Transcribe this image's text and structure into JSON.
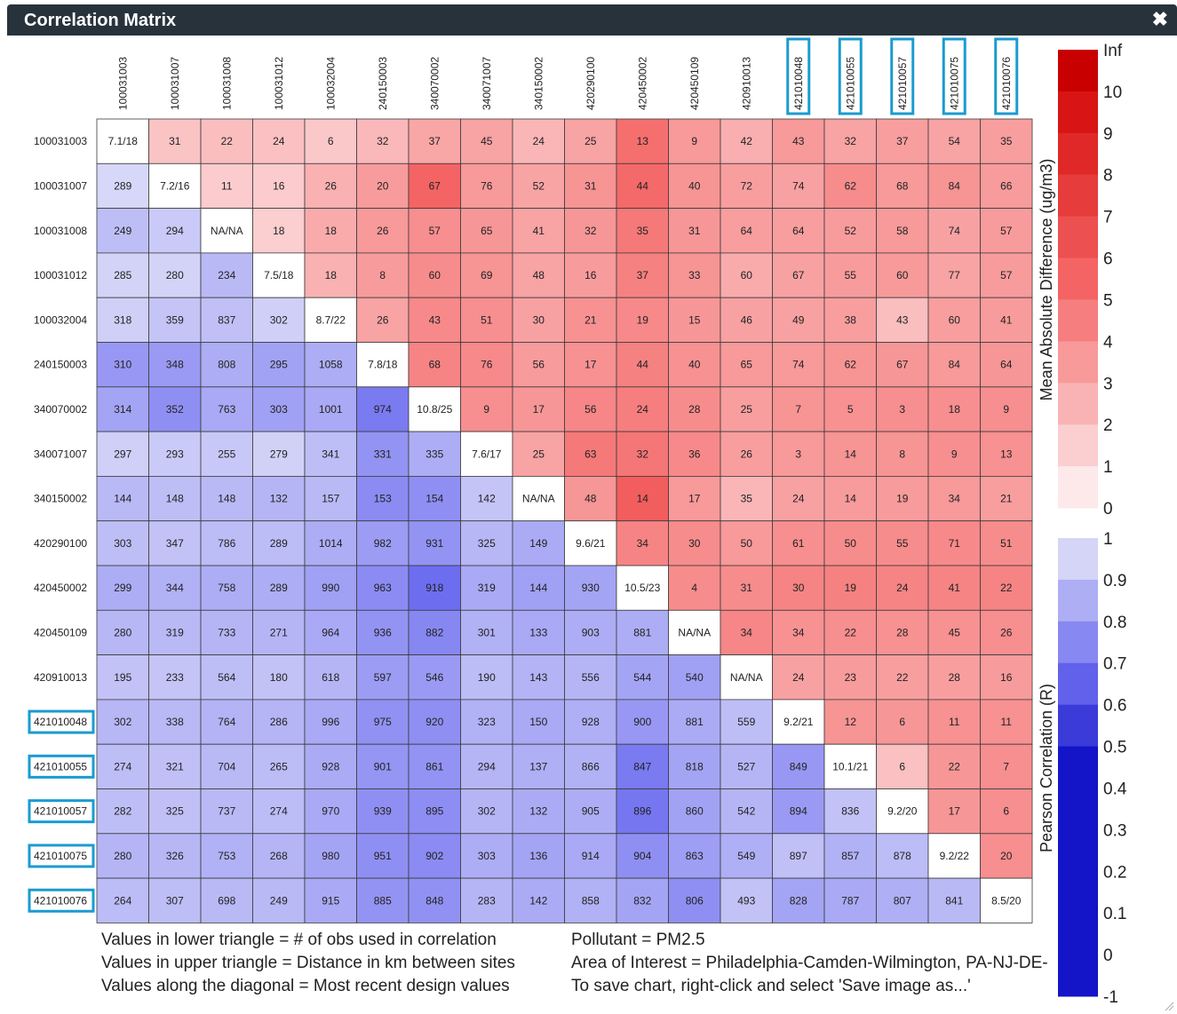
{
  "window": {
    "title": "Correlation Matrix",
    "close_icon": "close-icon"
  },
  "chart_data": {
    "type": "heatmap",
    "sites": [
      "100031003",
      "100031007",
      "100031008",
      "100031012",
      "100032004",
      "240150003",
      "340070002",
      "340071007",
      "340150002",
      "420290100",
      "420450002",
      "420450109",
      "420910013",
      "421010048",
      "421010055",
      "421010057",
      "421010075",
      "421010076"
    ],
    "highlighted_sites": [
      "421010048",
      "421010055",
      "421010057",
      "421010075",
      "421010076"
    ],
    "cells": [
      [
        "7.1/18",
        "31",
        "22",
        "24",
        "6",
        "32",
        "37",
        "45",
        "24",
        "25",
        "13",
        "9",
        "42",
        "43",
        "32",
        "37",
        "54",
        "35"
      ],
      [
        "289",
        "7.2/16",
        "11",
        "16",
        "26",
        "20",
        "67",
        "76",
        "52",
        "31",
        "44",
        "40",
        "72",
        "74",
        "62",
        "68",
        "84",
        "66"
      ],
      [
        "249",
        "294",
        "NA/NA",
        "18",
        "18",
        "26",
        "57",
        "65",
        "41",
        "32",
        "35",
        "31",
        "64",
        "64",
        "52",
        "58",
        "74",
        "57"
      ],
      [
        "285",
        "280",
        "234",
        "7.5/18",
        "18",
        "8",
        "60",
        "69",
        "48",
        "16",
        "37",
        "33",
        "60",
        "67",
        "55",
        "60",
        "77",
        "57"
      ],
      [
        "318",
        "359",
        "837",
        "302",
        "8.7/22",
        "26",
        "43",
        "51",
        "30",
        "21",
        "19",
        "15",
        "46",
        "49",
        "38",
        "43",
        "60",
        "41"
      ],
      [
        "310",
        "348",
        "808",
        "295",
        "1058",
        "7.8/18",
        "68",
        "76",
        "56",
        "17",
        "44",
        "40",
        "65",
        "74",
        "62",
        "67",
        "84",
        "64"
      ],
      [
        "314",
        "352",
        "763",
        "303",
        "1001",
        "974",
        "10.8/25",
        "9",
        "17",
        "56",
        "24",
        "28",
        "25",
        "7",
        "5",
        "3",
        "18",
        "9"
      ],
      [
        "297",
        "293",
        "255",
        "279",
        "341",
        "331",
        "335",
        "7.6/17",
        "25",
        "63",
        "32",
        "36",
        "26",
        "3",
        "14",
        "8",
        "9",
        "13"
      ],
      [
        "144",
        "148",
        "148",
        "132",
        "157",
        "153",
        "154",
        "142",
        "NA/NA",
        "48",
        "14",
        "17",
        "35",
        "24",
        "14",
        "19",
        "34",
        "21"
      ],
      [
        "303",
        "347",
        "786",
        "289",
        "1014",
        "982",
        "931",
        "325",
        "149",
        "9.6/21",
        "34",
        "30",
        "50",
        "61",
        "50",
        "55",
        "71",
        "51"
      ],
      [
        "299",
        "344",
        "758",
        "289",
        "990",
        "963",
        "918",
        "319",
        "144",
        "930",
        "10.5/23",
        "4",
        "31",
        "30",
        "19",
        "24",
        "41",
        "22"
      ],
      [
        "280",
        "319",
        "733",
        "271",
        "964",
        "936",
        "882",
        "301",
        "133",
        "903",
        "881",
        "NA/NA",
        "34",
        "34",
        "22",
        "28",
        "45",
        "26"
      ],
      [
        "195",
        "233",
        "564",
        "180",
        "618",
        "597",
        "546",
        "190",
        "143",
        "556",
        "544",
        "540",
        "NA/NA",
        "24",
        "23",
        "22",
        "28",
        "16"
      ],
      [
        "302",
        "338",
        "764",
        "286",
        "996",
        "975",
        "920",
        "323",
        "150",
        "928",
        "900",
        "881",
        "559",
        "9.2/21",
        "12",
        "6",
        "11",
        "11"
      ],
      [
        "274",
        "321",
        "704",
        "265",
        "928",
        "901",
        "861",
        "294",
        "137",
        "866",
        "847",
        "818",
        "527",
        "849",
        "10.1/21",
        "6",
        "22",
        "7"
      ],
      [
        "282",
        "325",
        "737",
        "274",
        "970",
        "939",
        "895",
        "302",
        "132",
        "905",
        "896",
        "860",
        "542",
        "894",
        "836",
        "9.2/20",
        "17",
        "6"
      ],
      [
        "280",
        "326",
        "753",
        "268",
        "980",
        "951",
        "902",
        "303",
        "136",
        "914",
        "904",
        "863",
        "549",
        "897",
        "857",
        "878",
        "9.2/22",
        "20"
      ],
      [
        "264",
        "307",
        "698",
        "249",
        "915",
        "885",
        "848",
        "283",
        "142",
        "858",
        "832",
        "806",
        "493",
        "828",
        "787",
        "807",
        "841",
        "8.5/20"
      ]
    ],
    "mad_values": [
      [
        null,
        1.4,
        1.6,
        1.5,
        1.2,
        1.8,
        2.5,
        2.6,
        1.9,
        2.6,
        4.6,
        3.0,
        2.2,
        3.0,
        2.6,
        2.8,
        2.6,
        2.8
      ],
      [
        null,
        null,
        1.1,
        1.1,
        2.1,
        2.9,
        5.0,
        3.0,
        2.6,
        3.2,
        4.8,
        3.2,
        2.8,
        2.7,
        3.5,
        3.0,
        3.2,
        2.9
      ],
      [
        null,
        null,
        null,
        1.0,
        2.3,
        3.0,
        3.4,
        3.1,
        2.6,
        3.1,
        4.2,
        3.1,
        2.8,
        2.8,
        2.9,
        3.0,
        2.7,
        2.9
      ],
      [
        null,
        null,
        null,
        null,
        2.1,
        2.9,
        3.5,
        3.2,
        2.6,
        2.9,
        3.9,
        3.2,
        2.3,
        2.7,
        2.9,
        3.0,
        2.6,
        2.9
      ],
      [
        null,
        null,
        null,
        null,
        null,
        2.6,
        3.6,
        3.4,
        2.7,
        3.3,
        3.6,
        3.1,
        2.7,
        2.7,
        2.8,
        1.6,
        2.8,
        2.9
      ],
      [
        null,
        null,
        null,
        null,
        null,
        null,
        3.8,
        3.6,
        2.9,
        3.3,
        3.9,
        3.3,
        3.0,
        3.0,
        3.2,
        3.1,
        3.0,
        3.1
      ],
      [
        null,
        null,
        null,
        null,
        null,
        null,
        null,
        3.4,
        3.1,
        3.7,
        4.0,
        3.5,
        2.8,
        3.2,
        3.3,
        3.4,
        3.4,
        3.4
      ],
      [
        null,
        null,
        null,
        null,
        null,
        null,
        null,
        null,
        2.6,
        4.2,
        4.3,
        3.6,
        2.8,
        3.0,
        3.2,
        3.2,
        3.4,
        3.3
      ],
      [
        null,
        null,
        null,
        null,
        null,
        null,
        null,
        null,
        null,
        3.1,
        5.3,
        3.0,
        1.9,
        2.7,
        2.9,
        2.9,
        3.0,
        2.8
      ],
      [
        null,
        null,
        null,
        null,
        null,
        null,
        null,
        null,
        null,
        null,
        3.8,
        3.5,
        3.0,
        3.4,
        3.5,
        3.5,
        3.6,
        3.5
      ],
      [
        null,
        null,
        null,
        null,
        null,
        null,
        null,
        null,
        null,
        null,
        null,
        3.5,
        3.5,
        3.8,
        3.9,
        3.8,
        3.8,
        3.8
      ],
      [
        null,
        null,
        null,
        null,
        null,
        null,
        null,
        null,
        null,
        null,
        null,
        null,
        3.7,
        3.3,
        3.4,
        3.3,
        3.3,
        3.4
      ],
      [
        null,
        null,
        null,
        null,
        null,
        null,
        null,
        null,
        null,
        null,
        null,
        null,
        null,
        2.7,
        2.9,
        2.8,
        2.8,
        2.9
      ],
      [
        null,
        null,
        null,
        null,
        null,
        null,
        null,
        null,
        null,
        null,
        null,
        null,
        null,
        null,
        3.2,
        3.1,
        3.3,
        3.3
      ],
      [
        null,
        null,
        null,
        null,
        null,
        null,
        null,
        null,
        null,
        null,
        null,
        null,
        null,
        null,
        null,
        1.5,
        3.1,
        3.4
      ],
      [
        null,
        null,
        null,
        null,
        null,
        null,
        null,
        null,
        null,
        null,
        null,
        null,
        null,
        null,
        null,
        null,
        3.1,
        3.4
      ],
      [
        null,
        null,
        null,
        null,
        null,
        null,
        null,
        null,
        null,
        null,
        null,
        null,
        null,
        null,
        null,
        null,
        null,
        3.4
      ],
      [
        null,
        null,
        null,
        null,
        null,
        null,
        null,
        null,
        null,
        null,
        null,
        null,
        null,
        null,
        null,
        null,
        null,
        null
      ]
    ],
    "r_values": [
      [
        null,
        null,
        null,
        null,
        null,
        null,
        null,
        null,
        null,
        null,
        null,
        null,
        null,
        null,
        null,
        null,
        null,
        null
      ],
      [
        0.92,
        null,
        null,
        null,
        null,
        null,
        null,
        null,
        null,
        null,
        null,
        null,
        null,
        null,
        null,
        null,
        null,
        null
      ],
      [
        0.8,
        0.86,
        null,
        null,
        null,
        null,
        null,
        null,
        null,
        null,
        null,
        null,
        null,
        null,
        null,
        null,
        null,
        null
      ],
      [
        0.9,
        0.9,
        0.78,
        null,
        null,
        null,
        null,
        null,
        null,
        null,
        null,
        null,
        null,
        null,
        null,
        null,
        null,
        null
      ],
      [
        0.88,
        0.83,
        0.81,
        0.88,
        null,
        null,
        null,
        null,
        null,
        null,
        null,
        null,
        null,
        null,
        null,
        null,
        null,
        null
      ],
      [
        0.62,
        0.63,
        0.72,
        0.67,
        0.72,
        null,
        null,
        null,
        null,
        null,
        null,
        null,
        null,
        null,
        null,
        null,
        null,
        null
      ],
      [
        0.68,
        0.58,
        0.7,
        0.66,
        0.7,
        0.48,
        null,
        null,
        null,
        null,
        null,
        null,
        null,
        null,
        null,
        null,
        null,
        null
      ],
      [
        0.88,
        0.86,
        0.85,
        0.89,
        0.8,
        0.6,
        0.72,
        null,
        null,
        null,
        null,
        null,
        null,
        null,
        null,
        null,
        null,
        null
      ],
      [
        0.78,
        0.8,
        0.78,
        0.76,
        0.78,
        0.56,
        0.58,
        0.83,
        null,
        null,
        null,
        null,
        null,
        null,
        null,
        null,
        null,
        null
      ],
      [
        0.8,
        0.82,
        0.79,
        0.79,
        0.72,
        0.64,
        0.6,
        0.77,
        0.71,
        null,
        null,
        null,
        null,
        null,
        null,
        null,
        null,
        null
      ],
      [
        0.72,
        0.74,
        0.72,
        0.72,
        0.66,
        0.56,
        0.42,
        0.7,
        0.66,
        0.68,
        null,
        null,
        null,
        null,
        null,
        null,
        null,
        null
      ],
      [
        0.77,
        0.78,
        0.76,
        0.76,
        0.7,
        0.6,
        0.54,
        0.74,
        0.7,
        0.72,
        0.72,
        null,
        null,
        null,
        null,
        null,
        null,
        null
      ],
      [
        0.82,
        0.83,
        0.8,
        0.82,
        0.76,
        0.64,
        0.63,
        0.79,
        0.75,
        0.76,
        0.68,
        0.66,
        null,
        null,
        null,
        null,
        null,
        null
      ],
      [
        0.77,
        0.78,
        0.75,
        0.76,
        0.7,
        0.59,
        0.58,
        0.74,
        0.7,
        0.73,
        0.62,
        0.71,
        0.8,
        null,
        null,
        null,
        null,
        null
      ],
      [
        0.8,
        0.81,
        0.78,
        0.79,
        0.71,
        0.61,
        0.6,
        0.76,
        0.73,
        0.74,
        0.48,
        0.68,
        0.76,
        0.62,
        null,
        null,
        null,
        null
      ],
      [
        0.8,
        0.81,
        0.78,
        0.79,
        0.7,
        0.58,
        0.57,
        0.76,
        0.71,
        0.72,
        0.46,
        0.67,
        0.76,
        0.63,
        0.82,
        null,
        null,
        null
      ],
      [
        0.76,
        0.77,
        0.74,
        0.76,
        0.68,
        0.58,
        0.56,
        0.72,
        0.68,
        0.7,
        0.58,
        0.65,
        0.73,
        0.81,
        0.74,
        0.79,
        null,
        null
      ],
      [
        0.79,
        0.8,
        0.78,
        0.78,
        0.7,
        0.6,
        0.59,
        0.76,
        0.71,
        0.74,
        0.68,
        0.58,
        0.82,
        0.68,
        0.7,
        0.73,
        0.78,
        null
      ]
    ],
    "mad_colorbar": {
      "label": "Mean Absolute Difference (ug/m3)",
      "ticks": [
        "0",
        "1",
        "2",
        "3",
        "4",
        "5",
        "6",
        "7",
        "8",
        "9",
        "10",
        "Inf"
      ]
    },
    "r_colorbar": {
      "label": "Pearson Correlation (R)",
      "ticks": [
        "-1",
        "0",
        "0.1",
        "0.2",
        "0.3",
        "0.4",
        "0.5",
        "0.6",
        "0.7",
        "0.8",
        "0.9",
        "1"
      ]
    }
  },
  "footer": {
    "left": [
      "Values in lower triangle = # of obs used in correlation",
      "Values in upper triangle = Distance in km between sites",
      "Values along the diagonal = Most recent design values"
    ],
    "right": [
      "Pollutant = PM2.5",
      "Area of Interest = Philadelphia-Camden-Wilmington, PA-NJ-DE-",
      "To save chart, right-click and select 'Save image as...'"
    ]
  }
}
